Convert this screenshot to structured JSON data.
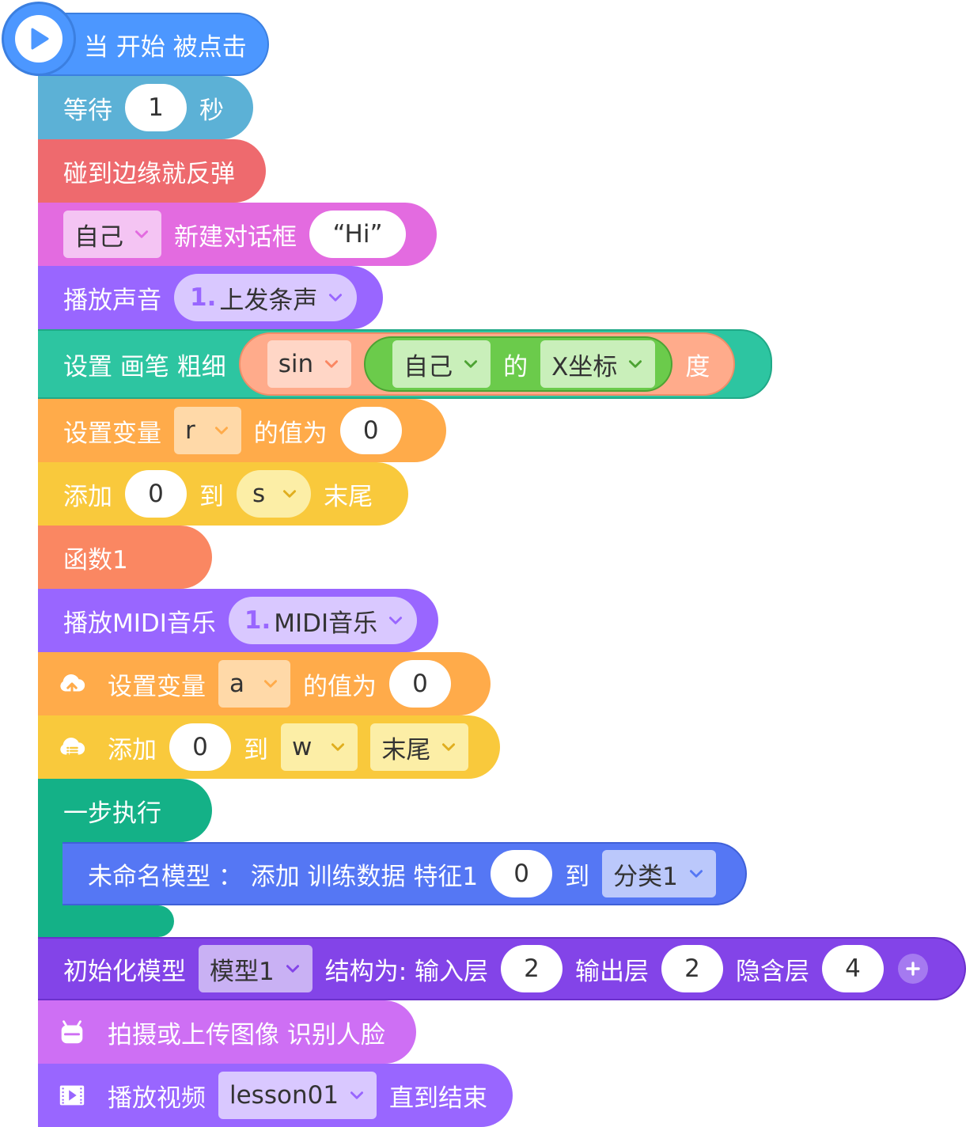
{
  "blocks": {
    "hat": {
      "label": "当 开始 被点击"
    },
    "wait": {
      "label1": "等待",
      "value": "1",
      "label2": "秒"
    },
    "bounce": {
      "label": "碰到边缘就反弹"
    },
    "say": {
      "target": "自己",
      "label": "新建对话框",
      "text": "“Hi”"
    },
    "sound": {
      "label": "播放声音",
      "index": "1.",
      "name": "上发条声"
    },
    "pen": {
      "label": "设置 画笔 粗细",
      "func": "sin",
      "sprite": "自己",
      "of": "的",
      "prop": "X坐标",
      "unit": "度"
    },
    "setvar1": {
      "label": "设置变量",
      "var": "r",
      "label2": "的值为",
      "value": "0"
    },
    "addlist1": {
      "label": "添加",
      "value": "0",
      "label2": "到",
      "list": "s",
      "label3": "末尾"
    },
    "func": {
      "label": "函数1"
    },
    "midi": {
      "label": "播放MIDI音乐",
      "index": "1.",
      "name": "MIDI音乐"
    },
    "setvar2": {
      "label": "设置变量",
      "var": "a",
      "label2": "的值为",
      "value": "0"
    },
    "addlist2": {
      "label": "添加",
      "value": "0",
      "label2": "到",
      "list": "w",
      "pos": "末尾"
    },
    "step": {
      "label": "一步执行"
    },
    "train": {
      "label": "未命名模型 ： 添加 训练数据  特征1",
      "value": "0",
      "label2": "到",
      "category": "分类1"
    },
    "initmodel": {
      "label": "初始化模型",
      "model": "模型1",
      "label2": "结构为: 输入层",
      "input": "2",
      "label3": "输出层",
      "output": "2",
      "label4": "隐含层",
      "hidden": "4"
    },
    "face": {
      "label": "拍摄或上传图像 识别人脸"
    },
    "video": {
      "label": "播放视频",
      "file": "lesson01",
      "label2": "直到结束"
    }
  },
  "colors": {
    "event": "#4C97FF",
    "control": "#5CB1D6",
    "motion": "#EE6A6E",
    "looks": "#E36BE0",
    "sound": "#9966FF",
    "pen": "#2DC5A1",
    "variables": "#FFAB4A",
    "lists": "#F9C93C",
    "functions": "#FA8762",
    "ml": "#5577F4",
    "ml2": "#8344E8",
    "camera": "#CE6FF4",
    "step": "#14B187"
  }
}
